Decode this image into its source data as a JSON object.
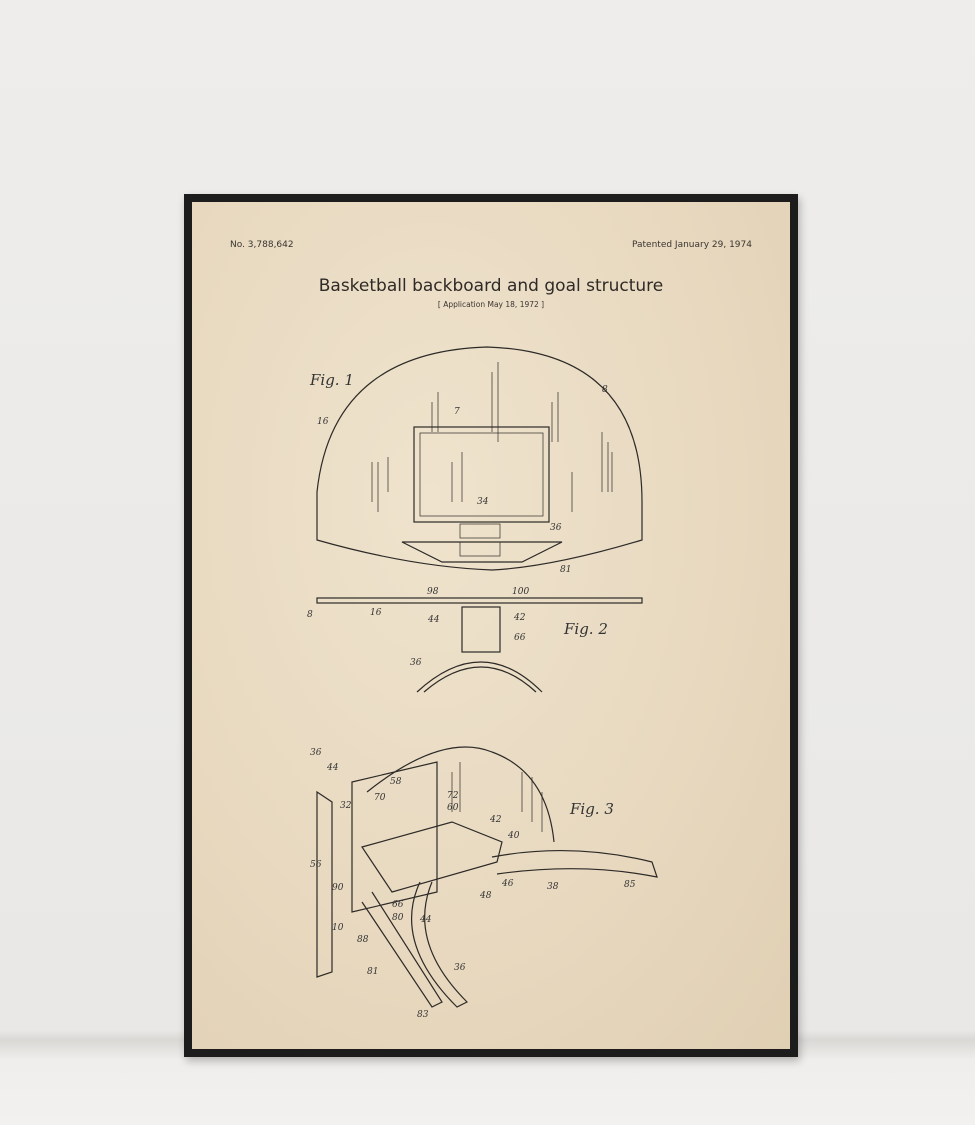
{
  "poster": {
    "patent_number": "No. 3,788,642",
    "patented_date": "Patented January 29, 1974",
    "title": "Basketball backboard and goal structure",
    "application": "[ Application May 18, 1972 ]"
  },
  "figures": {
    "fig1": {
      "label": "Fig. 1",
      "refs": [
        "8",
        "16",
        "7",
        "34",
        "36",
        "81"
      ]
    },
    "fig2": {
      "label": "Fig. 2",
      "refs": [
        "8",
        "16",
        "98",
        "100",
        "44",
        "42",
        "66",
        "36"
      ]
    },
    "fig3": {
      "label": "Fig. 3",
      "refs": [
        "36",
        "44",
        "32",
        "58",
        "70",
        "72",
        "60",
        "42",
        "40",
        "56",
        "90",
        "66",
        "80",
        "48",
        "46",
        "38",
        "85",
        "10",
        "88",
        "81",
        "36",
        "83"
      ]
    }
  },
  "colors": {
    "frame": "#1c1c1c",
    "paper": "#e8d9c0",
    "ink": "#2d2a27",
    "wall": "#eeedeb"
  }
}
